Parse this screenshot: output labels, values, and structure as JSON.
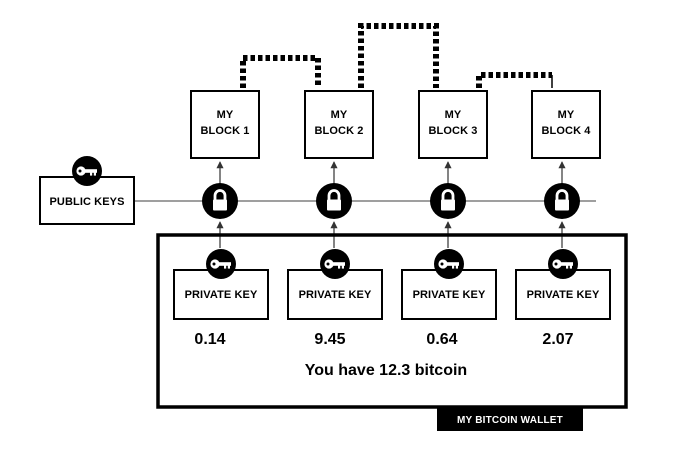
{
  "colors": {
    "ink": "#000000",
    "background": "#ffffff",
    "connector": "#666666"
  },
  "public_keys": {
    "label": "PUBLIC KEYS",
    "icon": "key-icon"
  },
  "blocks": [
    {
      "line1": "MY",
      "line2": "BLOCK 1"
    },
    {
      "line1": "MY",
      "line2": "BLOCK 2"
    },
    {
      "line1": "MY",
      "line2": "BLOCK 3"
    },
    {
      "line1": "MY",
      "line2": "BLOCK 4"
    }
  ],
  "chain_links": [
    {
      "from": "MY BLOCK 1",
      "to": "MY BLOCK 2"
    },
    {
      "from": "MY BLOCK 2",
      "to": "MY BLOCK 3"
    },
    {
      "from": "MY BLOCK 3",
      "to": "MY BLOCK 4"
    }
  ],
  "locks": {
    "count": 4,
    "icon": "padlock-icon"
  },
  "private_keys": [
    {
      "label": "PRIVATE KEY",
      "value": "0.14",
      "icon": "key-icon"
    },
    {
      "label": "PRIVATE KEY",
      "value": "9.45",
      "icon": "key-icon"
    },
    {
      "label": "PRIVATE KEY",
      "value": "0.64",
      "icon": "key-icon"
    },
    {
      "label": "PRIVATE KEY",
      "value": "2.07",
      "icon": "key-icon"
    }
  ],
  "wallet": {
    "total_text": "You have 12.3 bitcoin",
    "label": "MY BITCOIN WALLET"
  }
}
